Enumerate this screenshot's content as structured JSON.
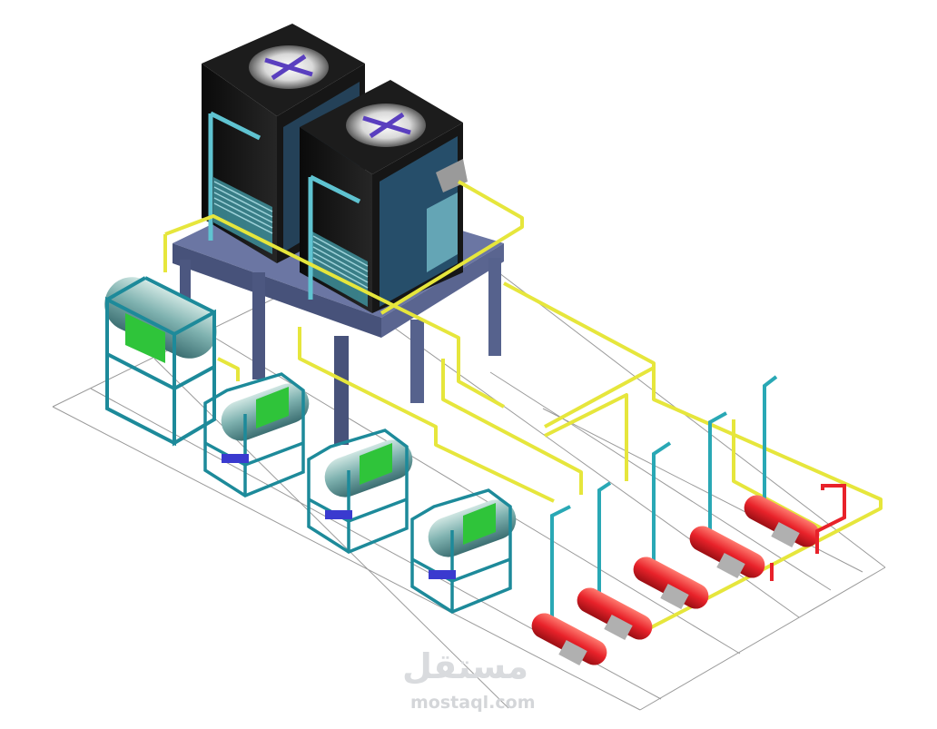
{
  "watermark": {
    "arabic": "مستقل",
    "latin": "mostaql.com"
  },
  "colors": {
    "background": "#ffffff",
    "tower_body": "#0a0a0a",
    "structure": "#4f5b82",
    "pipe_yellow": "#e6e63c",
    "pipe_cyan": "#29a8b5",
    "pump_red": "#e8222a",
    "tank_green": "#2fc43a",
    "frame_teal": "#1d8a9a",
    "floor_lines": "#9a9a9a"
  },
  "equipment": {
    "cooling_towers": 2,
    "large_tanks": 1,
    "small_tanks": 3,
    "pumps": 5
  }
}
